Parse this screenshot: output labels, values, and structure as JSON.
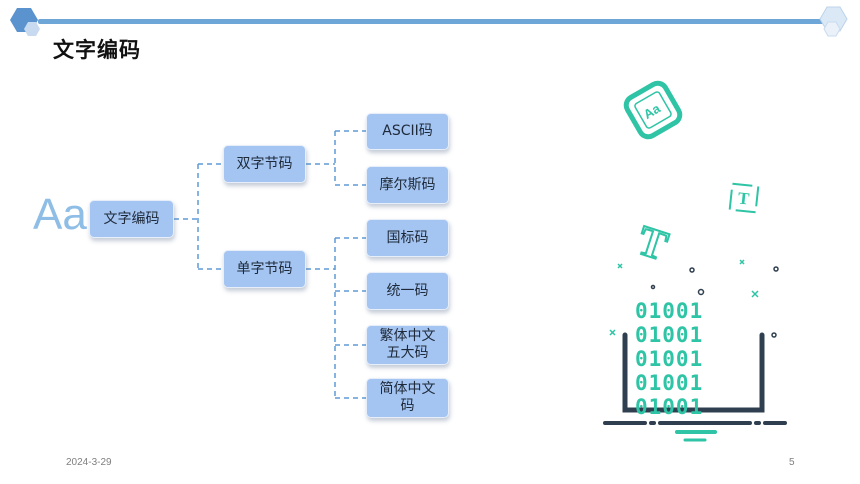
{
  "slide": {
    "title": "文字编码",
    "decoration_text": "Aa",
    "footer": {
      "date": "2024-3-29",
      "page_number": "5"
    }
  },
  "mindmap": {
    "root": "文字编码",
    "branches": [
      {
        "label": "双字节码",
        "children": [
          "ASCII码",
          "摩尔斯码"
        ]
      },
      {
        "label": "单字节码",
        "children": [
          "国标码",
          "统一码",
          [
            "繁体中文",
            "五大码"
          ],
          [
            "简体中文",
            "码"
          ]
        ]
      }
    ]
  },
  "illustration": {
    "binary_rows": [
      "01001",
      "01001",
      "01001",
      "01001",
      "01001"
    ],
    "letter_icons": [
      "Aa",
      "T",
      "T"
    ]
  },
  "colors": {
    "accent_bar": "#6fa6d8",
    "node_fill": "#a4c4f1",
    "connector": "#5e9ad6",
    "illustration_teal": "#2ec4a5",
    "illustration_dark": "#2f3f4f"
  }
}
